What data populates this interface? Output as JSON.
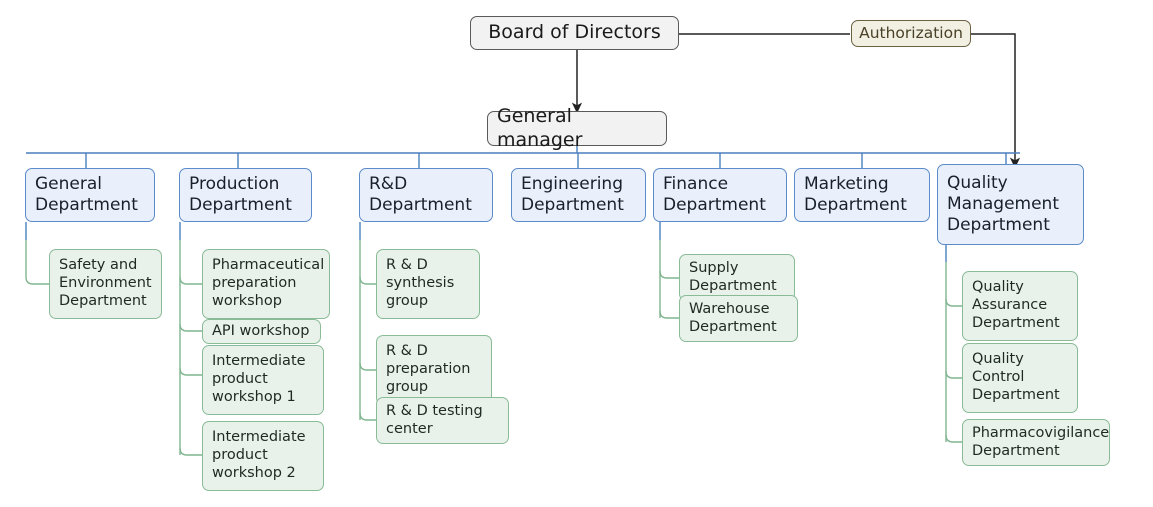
{
  "diagram": {
    "title": "Pharmaceutical Company Organizational Chart",
    "colors": {
      "root_fill": "#f2f2f2",
      "root_border": "#5a5a5a",
      "authorization_fill": "#f2efe3",
      "authorization_border": "#6b6243",
      "department_fill": "#eaf0fb",
      "department_border": "#5b8bc9",
      "subunit_fill": "#e9f2ea",
      "subunit_border": "#89bb96",
      "root_connector": "#222222",
      "department_connector": "#4a7fbf",
      "subunit_connector": "#7fb58f",
      "background": "#ffffff"
    },
    "root": {
      "label": "Board of Directors"
    },
    "authorization": {
      "label": "Authorization"
    },
    "manager": {
      "label": "General manager"
    },
    "departments": [
      {
        "label": "General\nDepartment",
        "children": [
          {
            "label": "Safety and\nEnvironment\nDepartment"
          }
        ]
      },
      {
        "label": "Production\nDepartment",
        "children": [
          {
            "label": "Pharmaceutical\npreparation\nworkshop"
          },
          {
            "label": "API workshop"
          },
          {
            "label": "Intermediate\nproduct\nworkshop 1"
          },
          {
            "label": "Intermediate\nproduct\nworkshop 2"
          }
        ]
      },
      {
        "label": "R&D\nDepartment",
        "children": [
          {
            "label": "R & D\nsynthesis\ngroup"
          },
          {
            "label": "R & D\npreparation\ngroup"
          },
          {
            "label": "R & D testing\ncenter"
          }
        ]
      },
      {
        "label": "Engineering\nDepartment",
        "children": []
      },
      {
        "label": "Finance\nDepartment",
        "children": [
          {
            "label": "Supply\nDepartment"
          },
          {
            "label": "Warehouse\nDepartment"
          }
        ]
      },
      {
        "label": "Marketing\nDepartment",
        "children": []
      },
      {
        "label": "Quality\nManagement\nDepartment",
        "children": [
          {
            "label": "Quality\nAssurance\nDepartment"
          },
          {
            "label": "Quality\nControl\nDepartment"
          },
          {
            "label": "Pharmacovigilance\nDepartment"
          }
        ]
      }
    ]
  }
}
